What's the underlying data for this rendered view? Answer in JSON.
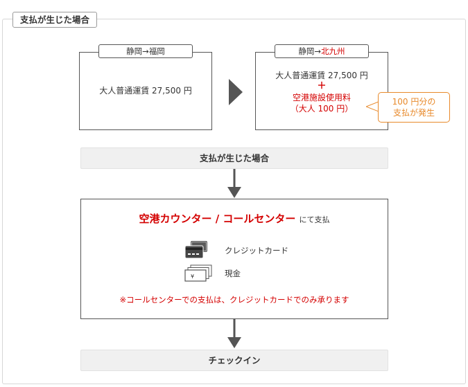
{
  "section_title": "支払が生じた場合",
  "routes": {
    "left": {
      "from": "静岡",
      "arrow": "→",
      "to": "福岡",
      "fare": "大人普通運賃 27,500 円"
    },
    "right": {
      "from": "静岡",
      "arrow": "→",
      "to": "北九州",
      "fare": "大人普通運賃 27,500 円",
      "plus": "＋",
      "fee_name": "空港施設使用料",
      "fee_amount": "（大人 100 円）"
    }
  },
  "callout": {
    "line1": "100 円分の",
    "line2": "支払が発生"
  },
  "step_band_top": "支払が生じた場合",
  "payment": {
    "headline": "空港カウンター / コールセンター",
    "headline_suffix": "にて支払",
    "methods": [
      {
        "label": "クレジットカード",
        "icon": "credit-card-icon"
      },
      {
        "label": "現金",
        "icon": "cash-icon"
      }
    ],
    "note": "※コールセンターでの支払は、クレジットカードでのみ承ります"
  },
  "step_band_bottom": "チェックイン",
  "colors": {
    "accent_red": "#d40000",
    "callout_orange": "#e8892a",
    "border": "#555555",
    "band_bg": "#f0f0f0",
    "arrow": "#555555"
  }
}
